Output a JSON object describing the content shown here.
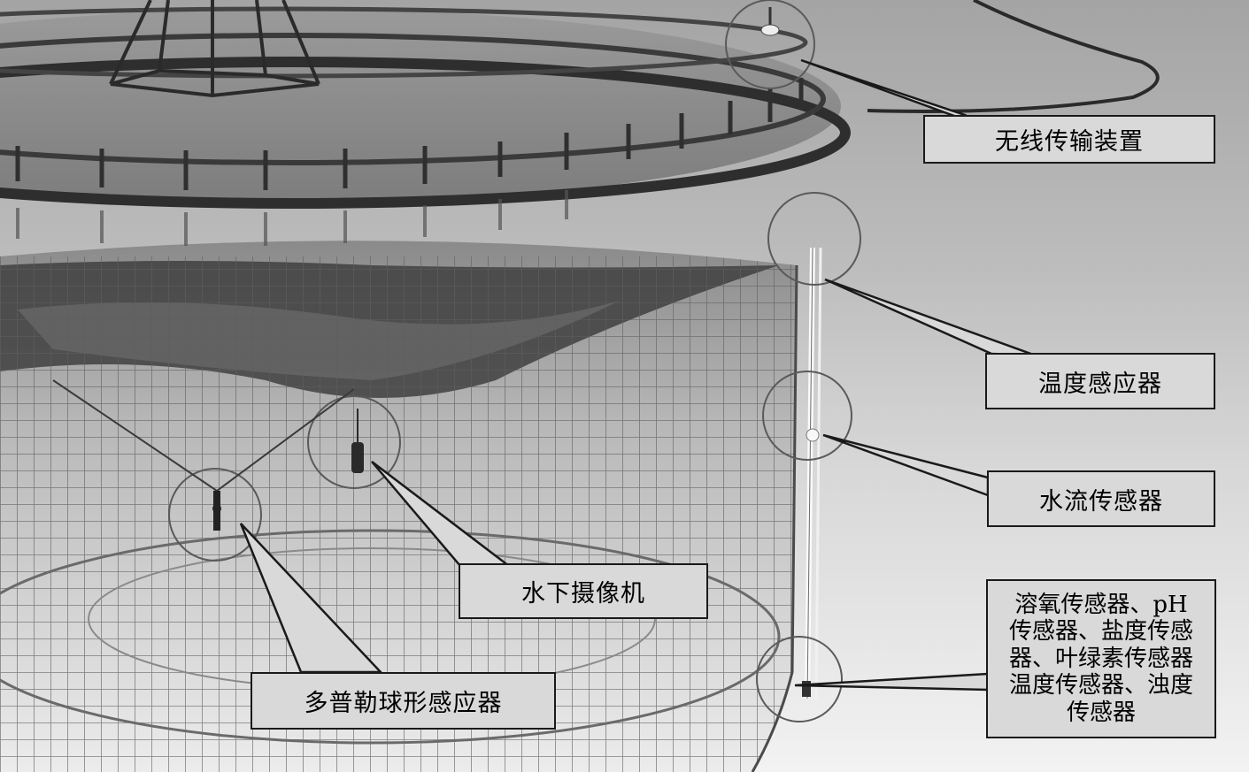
{
  "labels": {
    "wireless": "无线传输装置",
    "temperature_sensor": "温度感应器",
    "water_flow_sensor": "水流传感器",
    "underwater_camera": "水下摄像机",
    "doppler_sensor": "多普勒球形感应器",
    "multi_sensor_lines": [
      "溶氧传感器、pH",
      "传感器、盐度传感",
      "器、叶绿素传感器",
      "温度传感器、浊度",
      "传感器"
    ]
  },
  "colors": {
    "callout_fill": "#d9d9d9",
    "callout_border": "#1a1a1a",
    "water": "#8e8e8e",
    "net": "#6a6a6a"
  }
}
